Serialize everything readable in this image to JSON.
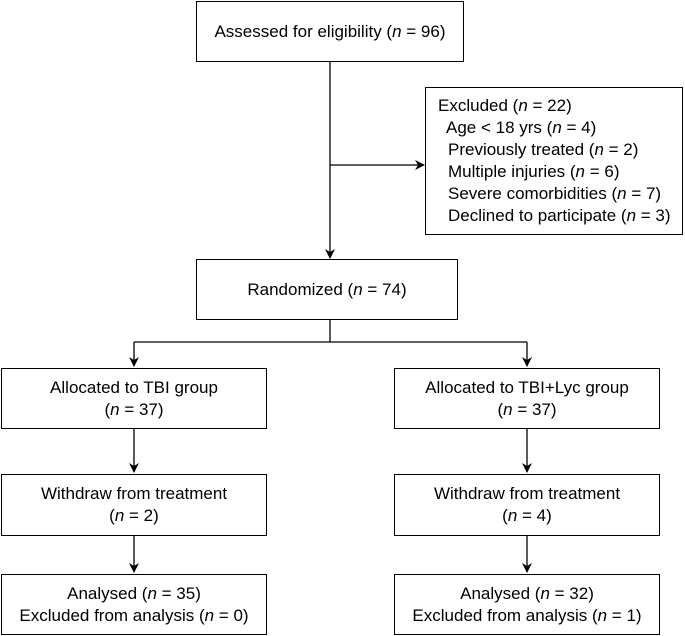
{
  "assessed": {
    "label": "Assessed for eligibility (",
    "n": "n",
    "value": " = 96)"
  },
  "excluded": {
    "title": {
      "label": "Excluded (",
      "n": "n",
      "value": " = 22)"
    },
    "items": [
      {
        "label": "Age < 18 yrs (",
        "n": "n",
        "value": " = 4)"
      },
      {
        "label": "Previously treated (",
        "n": "n",
        "value": " = 2)"
      },
      {
        "label": "Multiple injuries (",
        "n": "n",
        "value": " = 6)"
      },
      {
        "label": "Severe comorbidities (",
        "n": "n",
        "value": " = 7)"
      },
      {
        "label": "Declined to participate (",
        "n": "n",
        "value": " = 3)"
      }
    ]
  },
  "randomized": {
    "label": "Randomized (",
    "n": "n",
    "value": " = 74)"
  },
  "left": {
    "allocated": {
      "line1": "Allocated to TBI group",
      "open": "(",
      "n": "n",
      "value": " = 37)"
    },
    "withdraw": {
      "line1": "Withdraw from treatment",
      "open": "(",
      "n": "n",
      "value": " = 2)"
    },
    "analysed": {
      "label": "Analysed (",
      "n": "n",
      "value": " = 35)",
      "excl_label": "Excluded from analysis (",
      "excl_n": "n",
      "excl_value": " = 0)"
    }
  },
  "right": {
    "allocated": {
      "line1": "Allocated to TBI+Lyc group",
      "open": "(",
      "n": "n",
      "value": " = 37)"
    },
    "withdraw": {
      "line1": "Withdraw from treatment",
      "open": "(",
      "n": "n",
      "value": " = 4)"
    },
    "analysed": {
      "label": "Analysed (",
      "n": "n",
      "value": " = 32)",
      "excl_label": "Excluded from analysis (",
      "excl_n": "n",
      "excl_value": " = 1)"
    }
  }
}
